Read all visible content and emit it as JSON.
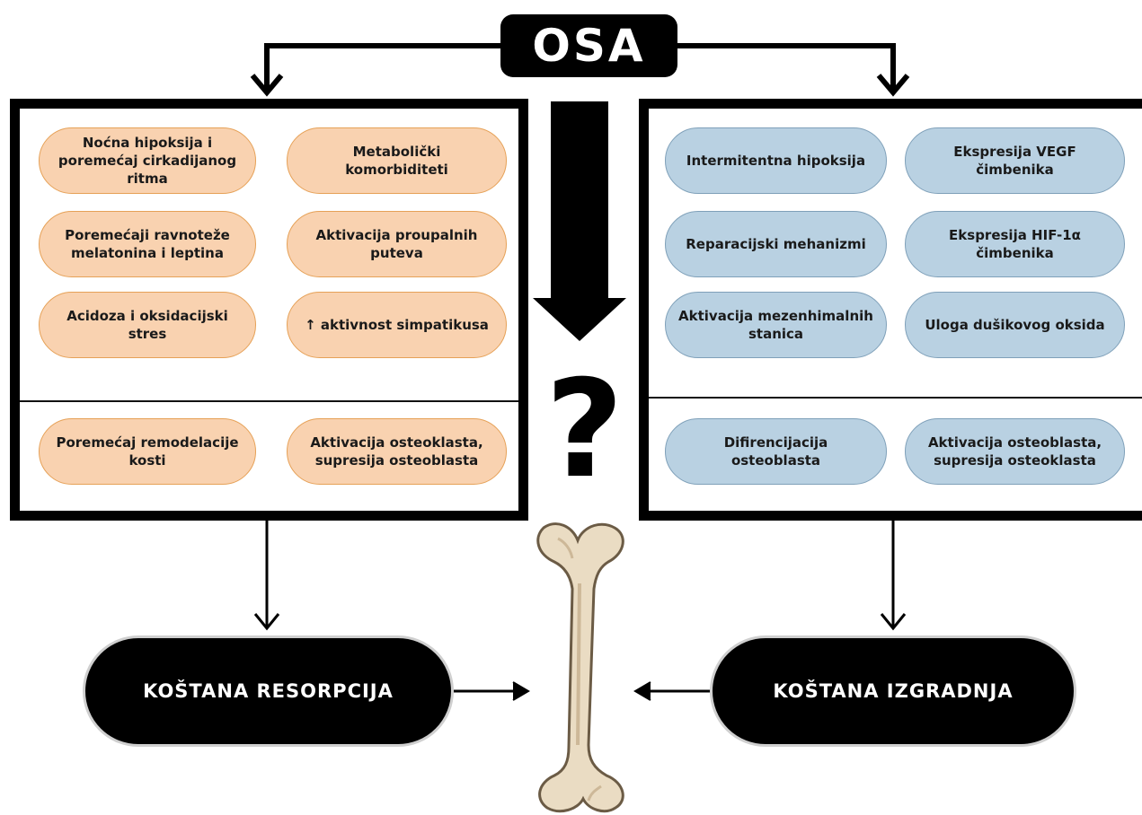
{
  "title": "OSA",
  "question_mark": "?",
  "left_panel": {
    "factors": [
      "Noćna hipoksija i poremećaj cirkadijanog ritma",
      "Metabolički komorbiditeti",
      "Poremećaji ravnoteže melatonina i leptina",
      "Aktivacija proupalnih puteva",
      "Acidoza i oksidacijski stres",
      "↑ aktivnost simpatikusa"
    ],
    "effects": [
      "Poremećaj remodelacije kosti",
      "Aktivacija osteoklasta, supresija osteoblasta"
    ],
    "color": "#f9d2b0"
  },
  "right_panel": {
    "factors": [
      "Intermitentna hipoksija",
      "Ekspresija VEGF čimbenika",
      "Reparacijski mehanizmi",
      "Ekspresija HIF-1α čimbenika",
      "Aktivacija mezenhimalnih stanica",
      "Uloga dušikovog oksida"
    ],
    "effects": [
      "Difirencijacija osteoblasta",
      "Aktivacija osteoblasta, supresija osteoklasta"
    ],
    "color": "#b9d1e2"
  },
  "outcomes": {
    "left": "KOŠTANA RESORPCIJA",
    "right": "KOŠTANA IZGRADNJA"
  }
}
